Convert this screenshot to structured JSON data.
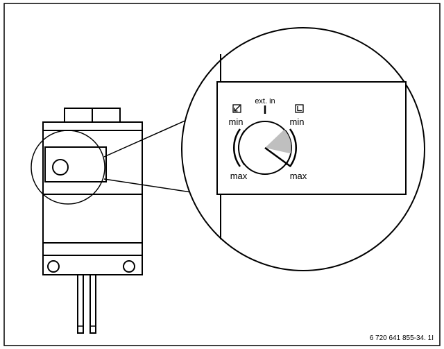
{
  "labels": {
    "ext_in": "ext. in",
    "min_left": "min",
    "min_right": "min",
    "max_left": "max",
    "max_right": "max",
    "figure_code": "6 720 641 855-34. 1I"
  },
  "icons": {
    "left_mode_icon": "arrow-square-icon",
    "right_mode_icon": "corner-square-icon"
  },
  "colors": {
    "line": "#000000",
    "knob_sector": "#bfbfbf",
    "background": "#ffffff"
  }
}
